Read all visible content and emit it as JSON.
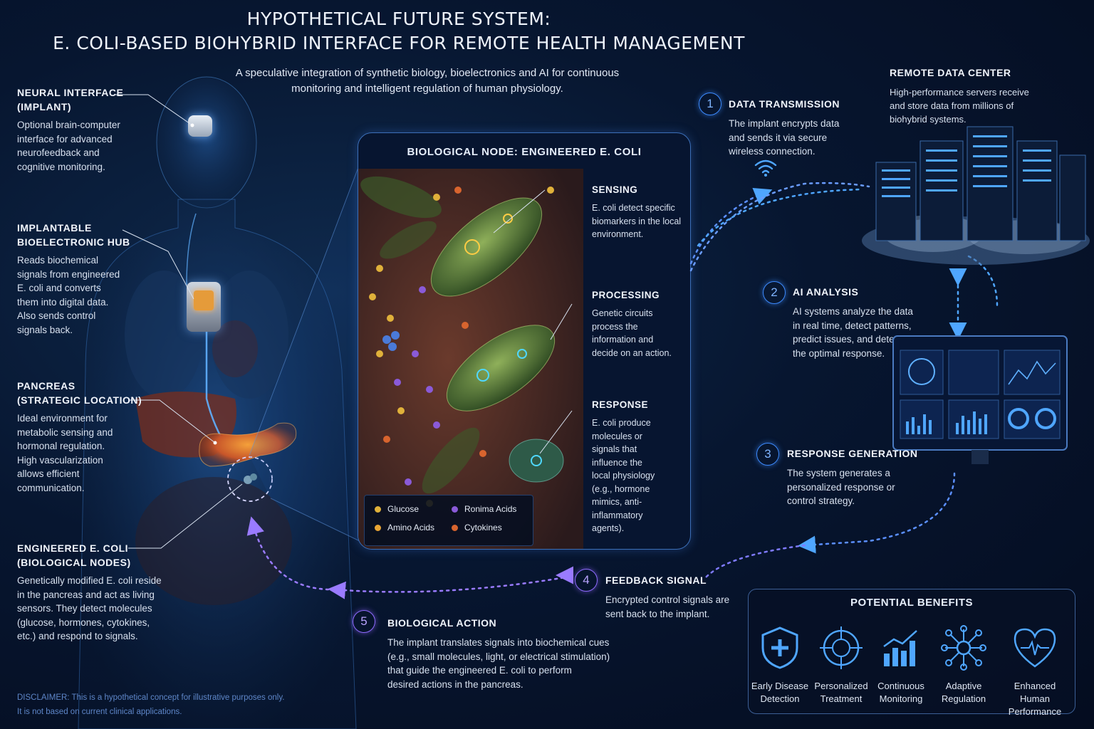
{
  "title": {
    "line1": "HYPOTHETICAL FUTURE SYSTEM:",
    "line2": "E. COLI-BASED BIOHYBRID INTERFACE FOR REMOTE HEALTH MANAGEMENT"
  },
  "subtitle": {
    "line1": "A speculative integration of synthetic biology, bioelectronics and AI for continuous",
    "line2": "monitoring and intelligent regulation of human physiology."
  },
  "left_labels": [
    {
      "h1": "NEURAL INTERFACE",
      "h2": "(IMPLANT)",
      "desc": [
        "Optional brain-computer",
        "interface for advanced",
        "neurofeedback and",
        "cognitive monitoring."
      ]
    },
    {
      "h1": "IMPLANTABLE",
      "h2": "BIOELECTRONIC HUB",
      "desc": [
        "Reads biochemical",
        "signals from engineered",
        "E. coli and converts",
        "them into digital data.",
        "Also sends control",
        "signals back."
      ]
    },
    {
      "h1": "PANCREAS",
      "h2": "(STRATEGIC LOCATION)",
      "desc": [
        "Ideal environment for",
        "metabolic sensing and",
        "hormonal regulation.",
        "High vascularization",
        "allows efficient",
        "communication."
      ]
    },
    {
      "h1": "ENGINEERED E. COLI",
      "h2": "(BIOLOGICAL NODES)",
      "desc": [
        "Genetically modified E. coli reside",
        "in the pancreas and act as living",
        "sensors. They detect molecules",
        "(glucose, hormones, cytokines,",
        "etc.) and respond to signals."
      ]
    }
  ],
  "bio_node": {
    "title": "BIOLOGICAL NODE: ENGINEERED E. COLI",
    "sensing": {
      "h": "SENSING",
      "desc": [
        "E. coli detect specific",
        "biomarkers in the local",
        "environment."
      ]
    },
    "processing": {
      "h": "PROCESSING",
      "desc": [
        "Genetic circuits",
        "process the",
        "information and",
        "decide on an action."
      ]
    },
    "response": {
      "h": "RESPONSE",
      "desc": [
        "E. coli produce",
        "molecules or",
        "signals that",
        "influence the",
        "local physiology",
        "(e.g., hormone",
        "mimics, anti-",
        "inflammatory",
        "agents)."
      ]
    },
    "legend": [
      {
        "label": "Glucose",
        "color": "#e0b13a"
      },
      {
        "label": "Ronima Acids",
        "color": "#8a5ad8"
      },
      {
        "label": "Amino Acids",
        "color": "#e8a534"
      },
      {
        "label": "Cytokines",
        "color": "#d8642e"
      }
    ]
  },
  "steps": [
    {
      "num": "1",
      "h": "DATA TRANSMISSION",
      "desc": [
        "The implant encrypts data",
        "and sends it via secure",
        "wireless connection."
      ]
    },
    {
      "num": "2",
      "h": "AI ANALYSIS",
      "desc": [
        "AI systems analyze the data",
        "in real time, detect patterns,",
        "predict issues, and determine",
        "the optimal response."
      ]
    },
    {
      "num": "3",
      "h": "RESPONSE GENERATION",
      "desc": [
        "The system generates a",
        "personalized response or",
        "control strategy."
      ]
    },
    {
      "num": "4",
      "h": "FEEDBACK SIGNAL",
      "desc": [
        "Encrypted control signals are",
        "sent back to the implant."
      ]
    },
    {
      "num": "5",
      "h": "BIOLOGICAL ACTION",
      "desc": [
        "The implant translates signals into biochemical cues",
        "(e.g., small molecules, light, or electrical stimulation)",
        "that guide the engineered E. coli to perform",
        "desired actions in the pancreas."
      ]
    }
  ],
  "data_center": {
    "h": "REMOTE DATA CENTER",
    "desc": [
      "High-performance servers receive",
      "and store data from millions of",
      "biohybrid systems."
    ]
  },
  "benefits": {
    "title": "POTENTIAL BENEFITS",
    "items": [
      {
        "icon": "shield-plus-icon",
        "label": [
          "Early Disease",
          "Detection"
        ]
      },
      {
        "icon": "target-icon",
        "label": [
          "Personalized",
          "Treatment"
        ]
      },
      {
        "icon": "bar-chart-icon",
        "label": [
          "Continuous",
          "Monitoring"
        ]
      },
      {
        "icon": "network-icon",
        "label": [
          "Adaptive",
          "Regulation"
        ]
      },
      {
        "icon": "heart-pulse-icon",
        "label": [
          "Enhanced",
          "Human",
          "Performance"
        ]
      }
    ]
  },
  "disclaimer": {
    "label": "DISCLAIMER:",
    "line1": "This is a hypothetical concept for illustrative purposes only.",
    "line2": "It is not based on current clinical applications."
  },
  "colors": {
    "accent_blue": "#3d8bff",
    "accent_purple": "#8f6bff",
    "pancreas": "#d9742a"
  }
}
